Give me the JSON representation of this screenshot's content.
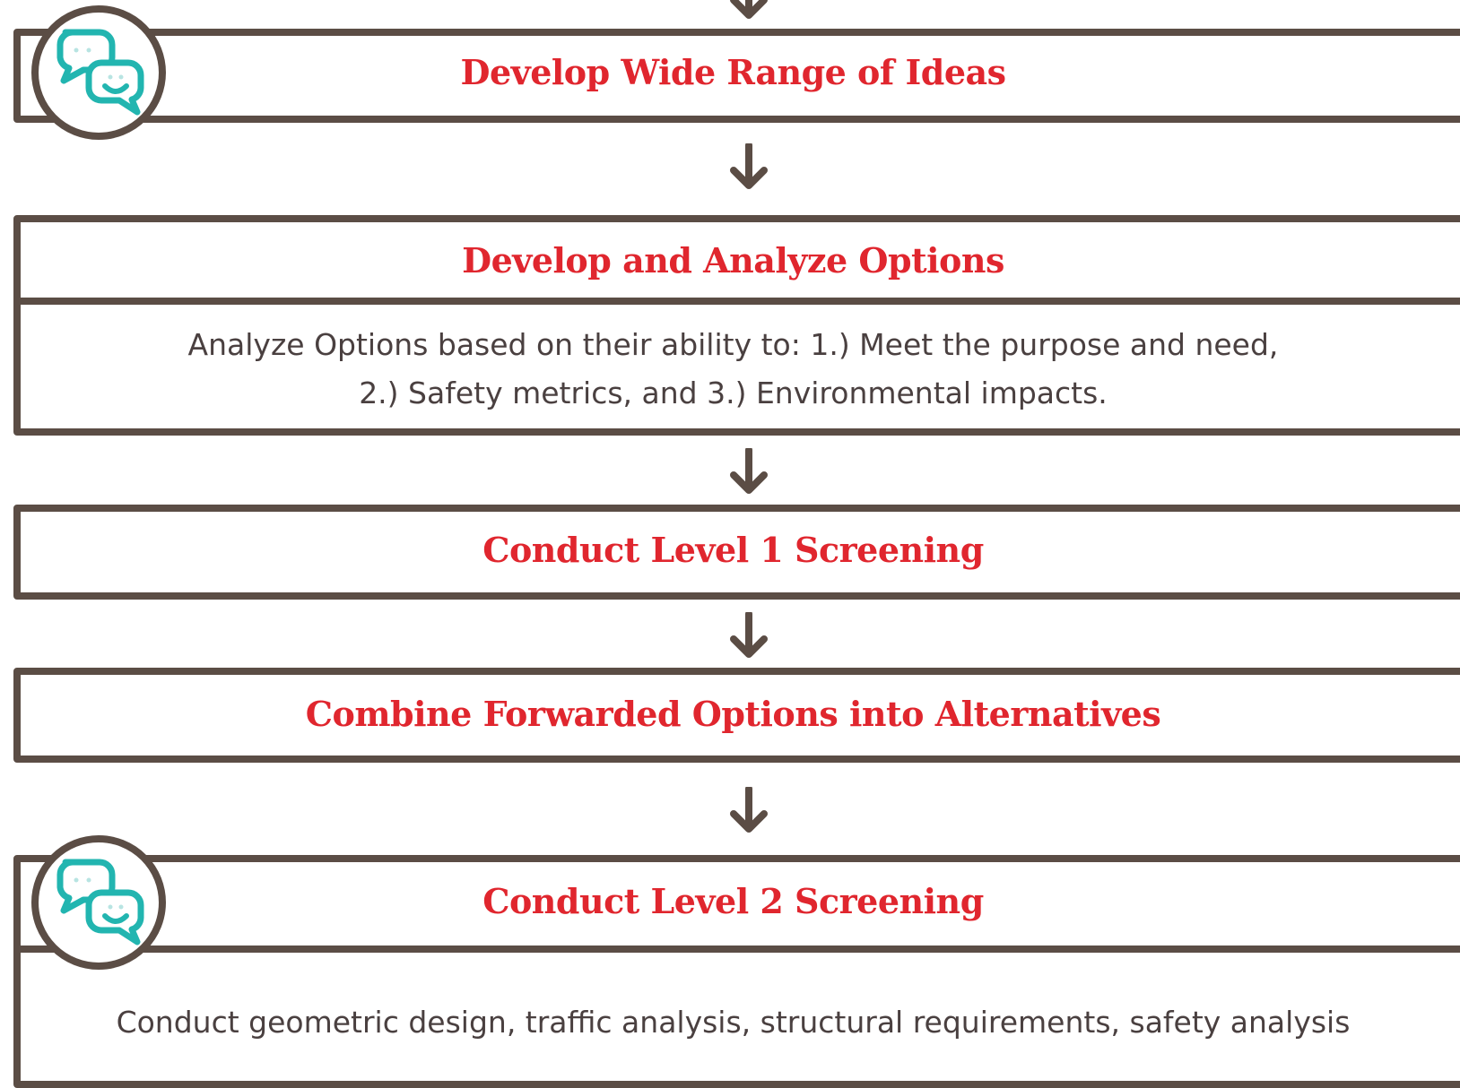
{
  "steps": [
    {
      "title": "Develop Wide Range of Ideas"
    },
    {
      "title": "Develop and Analyze Options",
      "body_line1": "Analyze Options based on their ability to: 1.) Meet the purpose and need,",
      "body_line2": "2.) Safety metrics, and 3.) Environmental impacts."
    },
    {
      "title": "Conduct Level 1 Screening"
    },
    {
      "title": "Combine Forwarded Options into Alternatives"
    },
    {
      "title": "Conduct Level 2 Screening",
      "body_line1": "Conduct geometric design, traffic analysis, structural requirements, safety analysis"
    }
  ],
  "icons": {
    "public_input": "chat-bubbles-icon"
  },
  "colors": {
    "title": "#e0262e",
    "border": "#5b4d45",
    "icon": "#22b5b0",
    "body_text": "#4a4040"
  }
}
